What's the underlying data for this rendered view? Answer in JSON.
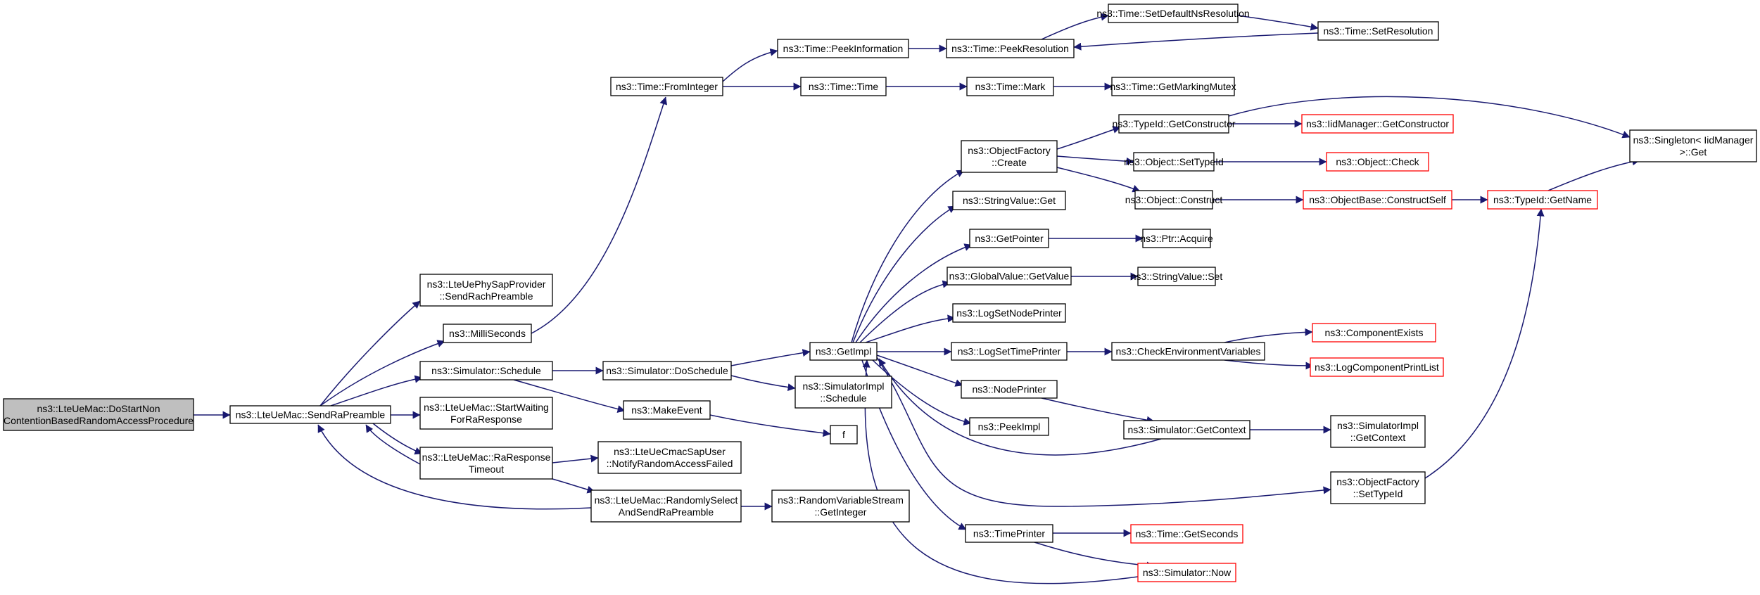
{
  "colors": {
    "edge": "#191970",
    "node_border": "#000000",
    "node_border_truncated": "#ff0000",
    "root_fill": "#bfbfbf",
    "node_fill": "#ffffff"
  },
  "nodes": [
    {
      "id": "root",
      "lines": [
        "ns3::LteUeMac::DoStartNon",
        "ContentionBasedRandomAccessProcedure"
      ],
      "root": true
    },
    {
      "id": "sendrapre",
      "lines": [
        "ns3::LteUeMac::SendRaPreamble"
      ]
    },
    {
      "id": "sendrach",
      "lines": [
        "ns3::LteUePhySapProvider",
        "::SendRachPreamble"
      ]
    },
    {
      "id": "millisec",
      "lines": [
        "ns3::MilliSeconds"
      ]
    },
    {
      "id": "schedule",
      "lines": [
        "ns3::Simulator::Schedule"
      ]
    },
    {
      "id": "startwait",
      "lines": [
        "ns3::LteUeMac::StartWaiting",
        "ForRaResponse"
      ]
    },
    {
      "id": "raresp",
      "lines": [
        "ns3::LteUeMac::RaResponse",
        "Timeout"
      ]
    },
    {
      "id": "notify",
      "lines": [
        "ns3::LteUeCmacSapUser",
        "::NotifyRandomAccessFailed"
      ]
    },
    {
      "id": "randsel",
      "lines": [
        "ns3::LteUeMac::RandomlySelect",
        "AndSendRaPreamble"
      ]
    },
    {
      "id": "getint",
      "lines": [
        "ns3::RandomVariableStream",
        "::GetInteger"
      ]
    },
    {
      "id": "fromint",
      "lines": [
        "ns3::Time::FromInteger"
      ]
    },
    {
      "id": "doschedule",
      "lines": [
        "ns3::Simulator::DoSchedule"
      ]
    },
    {
      "id": "makeevent",
      "lines": [
        "ns3::MakeEvent"
      ]
    },
    {
      "id": "f",
      "lines": [
        "f"
      ]
    },
    {
      "id": "peekinfo",
      "lines": [
        "ns3::Time::PeekInformation"
      ]
    },
    {
      "id": "time",
      "lines": [
        "ns3::Time::Time"
      ]
    },
    {
      "id": "getimpl",
      "lines": [
        "ns3::GetImpl"
      ]
    },
    {
      "id": "simimplsched",
      "lines": [
        "ns3::SimulatorImpl",
        "::Schedule"
      ]
    },
    {
      "id": "peekres",
      "lines": [
        "ns3::Time::PeekResolution"
      ]
    },
    {
      "id": "mark",
      "lines": [
        "ns3::Time::Mark"
      ]
    },
    {
      "id": "setdefns",
      "lines": [
        "ns3::Time::SetDefaultNsResolution"
      ]
    },
    {
      "id": "setres",
      "lines": [
        "ns3::Time::SetResolution"
      ]
    },
    {
      "id": "getmutex",
      "lines": [
        "ns3::Time::GetMarkingMutex"
      ]
    },
    {
      "id": "objfcreate",
      "lines": [
        "ns3::ObjectFactory",
        "::Create"
      ]
    },
    {
      "id": "strvalget",
      "lines": [
        "ns3::StringValue::Get"
      ]
    },
    {
      "id": "getpointer",
      "lines": [
        "ns3::GetPointer"
      ]
    },
    {
      "id": "globalval",
      "lines": [
        "ns3::GlobalValue::GetValue"
      ]
    },
    {
      "id": "lognode",
      "lines": [
        "ns3::LogSetNodePrinter"
      ]
    },
    {
      "id": "logtime",
      "lines": [
        "ns3::LogSetTimePrinter"
      ]
    },
    {
      "id": "nodeprinter",
      "lines": [
        "ns3::NodePrinter"
      ]
    },
    {
      "id": "peekimpl",
      "lines": [
        "ns3::PeekImpl"
      ]
    },
    {
      "id": "timeprinter",
      "lines": [
        "ns3::TimePrinter"
      ]
    },
    {
      "id": "typeidgetcons",
      "lines": [
        "ns3::TypeId::GetConstructor"
      ]
    },
    {
      "id": "iidgetcons",
      "lines": [
        "ns3::IidManager::GetConstructor"
      ],
      "truncated": true
    },
    {
      "id": "objsettypeid",
      "lines": [
        "ns3::Object::SetTypeId"
      ]
    },
    {
      "id": "objcheck",
      "lines": [
        "ns3::Object::Check"
      ],
      "truncated": true
    },
    {
      "id": "objconstruct",
      "lines": [
        "ns3::Object::Construct"
      ]
    },
    {
      "id": "constructself",
      "lines": [
        "ns3::ObjectBase::ConstructSelf"
      ],
      "truncated": true
    },
    {
      "id": "typeidgetname",
      "lines": [
        "ns3::TypeId::GetName"
      ],
      "truncated": true
    },
    {
      "id": "singleton",
      "lines": [
        "ns3::Singleton< IidManager",
        ">::Get"
      ]
    },
    {
      "id": "ptracq",
      "lines": [
        "ns3::Ptr::Acquire"
      ]
    },
    {
      "id": "strvalset",
      "lines": [
        "ns3::StringValue::Set"
      ]
    },
    {
      "id": "checkenv",
      "lines": [
        "ns3::CheckEnvironmentVariables"
      ]
    },
    {
      "id": "compexists",
      "lines": [
        "ns3::ComponentExists"
      ],
      "truncated": true
    },
    {
      "id": "logcomp",
      "lines": [
        "ns3::LogComponentPrintList"
      ],
      "truncated": true
    },
    {
      "id": "getcontext",
      "lines": [
        "ns3::Simulator::GetContext"
      ]
    },
    {
      "id": "simimplctx",
      "lines": [
        "ns3::SimulatorImpl",
        "::GetContext"
      ]
    },
    {
      "id": "objfsettypeid",
      "lines": [
        "ns3::ObjectFactory",
        "::SetTypeId"
      ]
    },
    {
      "id": "getseconds",
      "lines": [
        "ns3::Time::GetSeconds"
      ],
      "truncated": true
    },
    {
      "id": "simnow",
      "lines": [
        "ns3::Simulator::Now"
      ],
      "truncated": true
    }
  ],
  "edges": [
    [
      "root",
      "sendrapre"
    ],
    [
      "sendrapre",
      "sendrach"
    ],
    [
      "sendrapre",
      "millisec"
    ],
    [
      "sendrapre",
      "schedule"
    ],
    [
      "sendrapre",
      "startwait"
    ],
    [
      "sendrapre",
      "raresp"
    ],
    [
      "raresp",
      "sendrapre"
    ],
    [
      "randsel",
      "sendrapre"
    ],
    [
      "millisec",
      "fromint"
    ],
    [
      "schedule",
      "doschedule"
    ],
    [
      "schedule",
      "makeevent"
    ],
    [
      "raresp",
      "notify"
    ],
    [
      "raresp",
      "randsel"
    ],
    [
      "randsel",
      "getint"
    ],
    [
      "makeevent",
      "f"
    ],
    [
      "doschedule",
      "getimpl"
    ],
    [
      "doschedule",
      "simimplsched"
    ],
    [
      "fromint",
      "peekinfo"
    ],
    [
      "fromint",
      "time"
    ],
    [
      "peekinfo",
      "peekres"
    ],
    [
      "time",
      "mark"
    ],
    [
      "peekres",
      "setdefns"
    ],
    [
      "setdefns",
      "setres"
    ],
    [
      "setres",
      "peekres"
    ],
    [
      "mark",
      "getmutex"
    ],
    [
      "getimpl",
      "objfcreate"
    ],
    [
      "getimpl",
      "strvalget"
    ],
    [
      "getimpl",
      "getpointer"
    ],
    [
      "getimpl",
      "globalval"
    ],
    [
      "getimpl",
      "lognode"
    ],
    [
      "getimpl",
      "logtime"
    ],
    [
      "getimpl",
      "nodeprinter"
    ],
    [
      "getimpl",
      "peekimpl"
    ],
    [
      "getimpl",
      "timeprinter"
    ],
    [
      "getimpl",
      "objfsettypeid"
    ],
    [
      "getcontext",
      "getimpl"
    ],
    [
      "simnow",
      "getimpl"
    ],
    [
      "objfcreate",
      "typeidgetcons"
    ],
    [
      "objfcreate",
      "objsettypeid"
    ],
    [
      "objfcreate",
      "objconstruct"
    ],
    [
      "typeidgetcons",
      "iidgetcons"
    ],
    [
      "typeidgetcons",
      "singleton"
    ],
    [
      "objsettypeid",
      "objcheck"
    ],
    [
      "objconstruct",
      "constructself"
    ],
    [
      "constructself",
      "typeidgetname"
    ],
    [
      "typeidgetname",
      "singleton"
    ],
    [
      "getpointer",
      "ptracq"
    ],
    [
      "globalval",
      "strvalset"
    ],
    [
      "logtime",
      "checkenv"
    ],
    [
      "checkenv",
      "compexists"
    ],
    [
      "checkenv",
      "logcomp"
    ],
    [
      "nodeprinter",
      "getcontext"
    ],
    [
      "getcontext",
      "simimplctx"
    ],
    [
      "objfsettypeid",
      "typeidgetname"
    ],
    [
      "timeprinter",
      "getseconds"
    ],
    [
      "timeprinter",
      "simnow"
    ]
  ]
}
